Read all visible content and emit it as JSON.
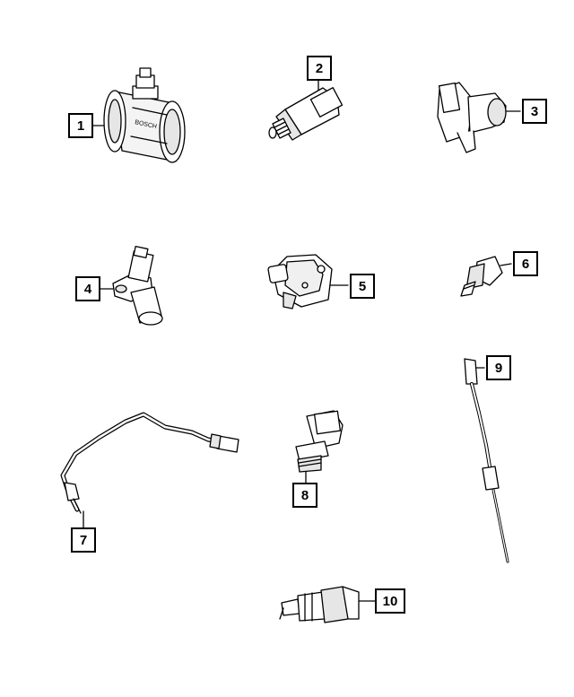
{
  "callouts": {
    "c1": "1",
    "c2": "2",
    "c3": "3",
    "c4": "4",
    "c5": "5",
    "c6": "6",
    "c7": "7",
    "c8": "8",
    "c9": "9",
    "c10": "10"
  },
  "part_label": {
    "brand_marking": "BOSCH"
  },
  "colors": {
    "line": "#000000",
    "background": "#ffffff",
    "part_fill": "#ffffff",
    "shade": "#e6e6e6"
  }
}
